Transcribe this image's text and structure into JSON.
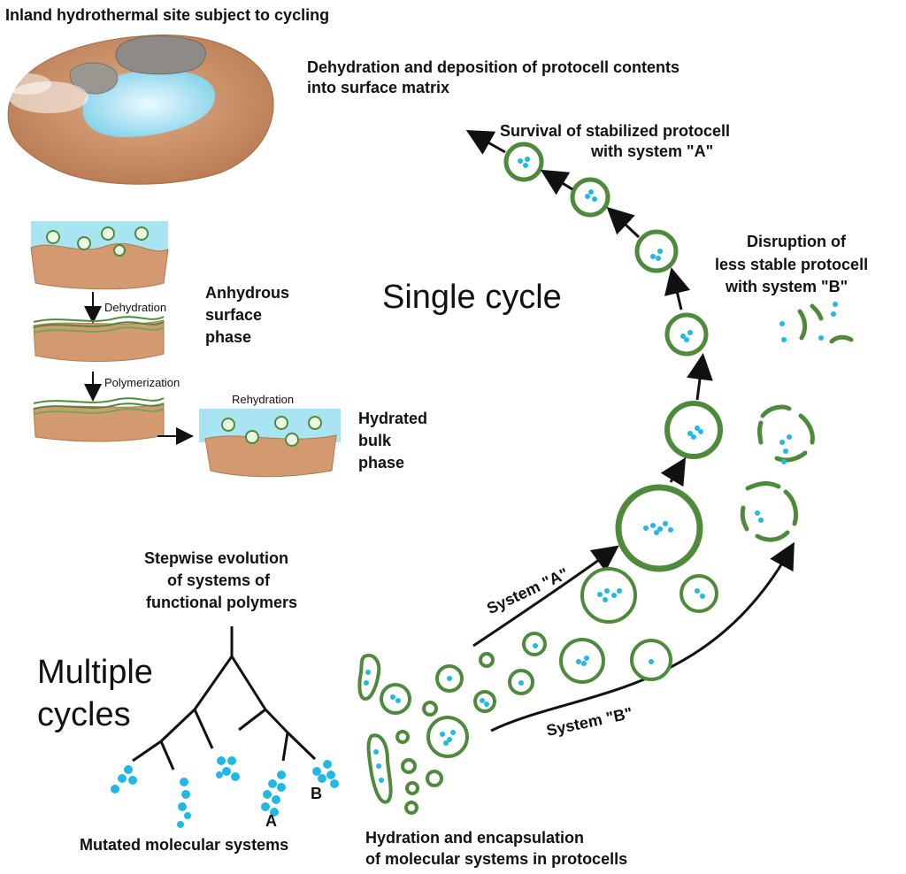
{
  "labels": {
    "inland_site": "Inland hydrothermal site subject to cycling",
    "dehydration_deposition_1": "Dehydration and deposition of protocell contents",
    "dehydration_deposition_2": "into surface matrix",
    "survival_1": "Survival of stabilized protocell",
    "survival_2": "with system \"A\"",
    "disruption_1": "Disruption of",
    "disruption_2": "less stable protocell",
    "disruption_3": "with system \"B\"",
    "single_cycle": "Single cycle",
    "anhydrous_1": "Anhydrous",
    "anhydrous_2": "surface",
    "anhydrous_3": "phase",
    "dehydration": "Dehydration",
    "polymerization": "Polymerization",
    "rehydration": "Rehydration",
    "hydrated_1": "Hydrated",
    "hydrated_2": "bulk",
    "hydrated_3": "phase",
    "stepwise_1": "Stepwise evolution",
    "stepwise_2": "of systems of",
    "stepwise_3": "functional polymers",
    "multiple_1": "Multiple",
    "multiple_2": "cycles",
    "system_a_arrow": "System \"A\"",
    "system_b_arrow": "System \"B\"",
    "marker_a": "A",
    "marker_b": "B",
    "mutated": "Mutated molecular systems",
    "hydration_1": "Hydration and encapsulation",
    "hydration_2": "of molecular systems in protocells"
  },
  "colors": {
    "membrane": "#4f8a3c",
    "membrane_light": "#6fa55a",
    "molecule": "#22b8e6",
    "water": "#a8e4f2",
    "rock": "#d39a72",
    "stone": "#8d8a85"
  }
}
